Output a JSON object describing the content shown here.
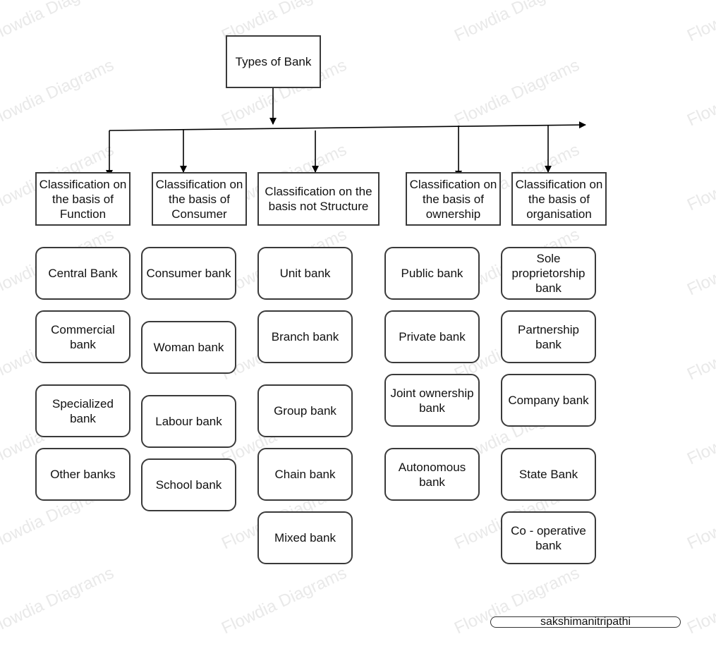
{
  "watermark": "Flowdia Diagrams",
  "root": {
    "label": "Types of Bank"
  },
  "categories": [
    {
      "label": "Classification on the basis of Function",
      "items": [
        "Central Bank",
        "Commercial bank",
        "Specialized bank",
        "Other banks"
      ]
    },
    {
      "label": "Classification on the basis of Consumer",
      "items": [
        "Consumer bank",
        "Woman bank",
        "Labour bank",
        "School bank"
      ]
    },
    {
      "label": "Classification on the basis not Structure",
      "items": [
        "Unit bank",
        "Branch bank",
        "Group bank",
        "Chain bank",
        "Mixed bank"
      ]
    },
    {
      "label": "Classification on the basis of ownership",
      "items": [
        "Public bank",
        "Private bank",
        "Joint ownership bank",
        "Autonomous bank"
      ]
    },
    {
      "label": "Classification on the basis of organisation",
      "items": [
        "Sole proprietorship bank",
        "Partnership bank",
        "Company bank",
        "State Bank",
        "Co - operative bank"
      ]
    }
  ],
  "author": "sakshimanitripathi",
  "colors": {
    "stroke": "#3a3a3a",
    "watermark": "#e9e9e9"
  }
}
